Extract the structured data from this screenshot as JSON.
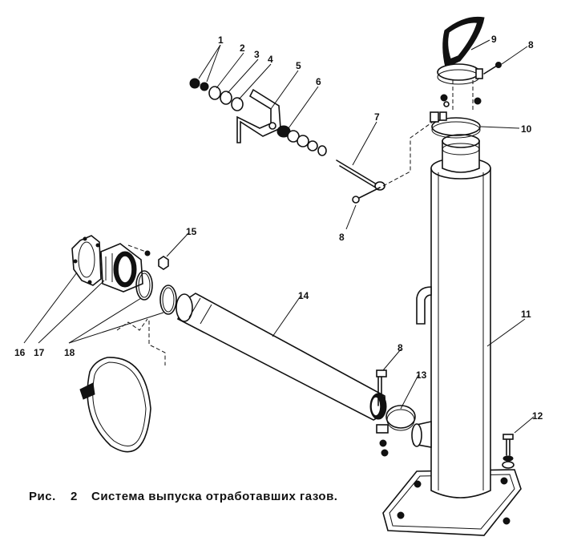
{
  "caption": {
    "prefix": "Рис.",
    "number": "2",
    "title": "Система выпуска отработавших газов."
  },
  "callouts": [
    "1",
    "2",
    "3",
    "4",
    "5",
    "6",
    "7",
    "8",
    "9",
    "8",
    "10",
    "11",
    "12",
    "13",
    "14",
    "15",
    "16",
    "17",
    "18",
    "8"
  ]
}
